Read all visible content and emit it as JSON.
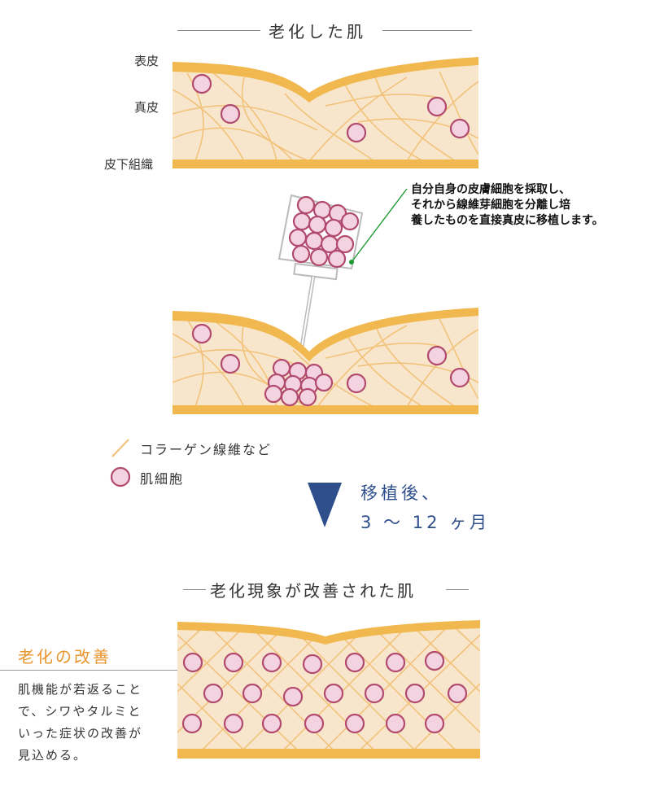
{
  "title_aged": "老化した肌",
  "layers": {
    "epidermis": "表皮",
    "dermis": "真皮",
    "subcutaneous": "皮下組織"
  },
  "callout": {
    "line1": "自分自身の皮膚細胞を採取し、",
    "line2": "それから線維芽細胞を分離し培",
    "line3": "養したものを直接真皮に移植します。"
  },
  "legend": {
    "collagen": "コラーゲン線維など",
    "cell": "肌細胞"
  },
  "after": {
    "line1": "移植後、",
    "line2": "3 〜 12 ヶ月"
  },
  "title_improved": "老化現象が改善された肌",
  "improvement": {
    "heading": "老化の改善",
    "desc_line1": "肌機能が若返ること",
    "desc_line2": "で、シワやタルミと",
    "desc_line3": "いった症状の改善が",
    "desc_line4": "見込める。"
  },
  "colors": {
    "skin_band": "#f0b84e",
    "dermis_fill": "#f7e6cc",
    "collagen": "#f2c27a",
    "cell_fill": "#f3d3e0",
    "cell_stroke": "#b14a6e",
    "arrow": "#2e4f8c",
    "callout_line": "#1f9a33",
    "heading_accent": "#e8952c"
  }
}
